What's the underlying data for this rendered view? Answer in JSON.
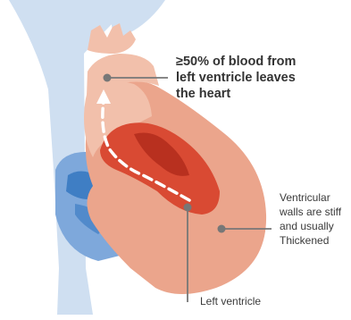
{
  "callouts": {
    "blood": "≥50% of blood from\nleft ventricle leaves\nthe heart",
    "walls": "Ventricular\nwalls are stiff\nand usually\nThickened",
    "left_ventricle": "Left ventricle"
  },
  "colors": {
    "vessel_blue": "#cfdff1",
    "right_side_blue": "#7ea8db",
    "dark_blue": "#3f7ec4",
    "heart_outer": "#eba58c",
    "heart_pink": "#f2c0ab",
    "ventricle_red": "#d94a33",
    "ventricle_dark": "#b8301f",
    "leader_line": "#777777"
  }
}
